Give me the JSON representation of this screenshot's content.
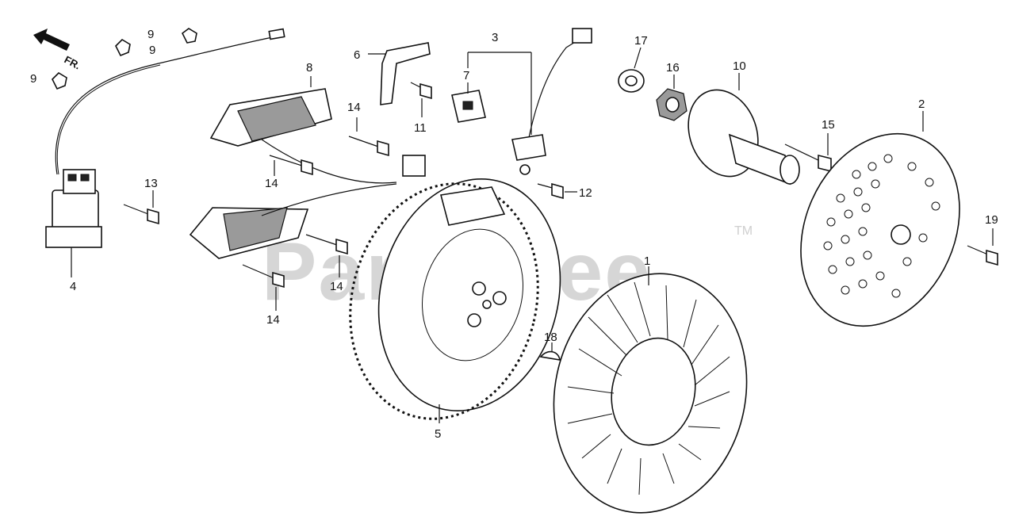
{
  "diagram": {
    "watermark": "PartsTree",
    "trademark": "TM",
    "direction_label": "FR.",
    "callouts": [
      "1",
      "2",
      "3",
      "4",
      "5",
      "6",
      "7",
      "8",
      "9",
      "9",
      "9",
      "10",
      "11",
      "12",
      "13",
      "14",
      "14",
      "14",
      "14",
      "15",
      "16",
      "17",
      "18",
      "19"
    ]
  }
}
